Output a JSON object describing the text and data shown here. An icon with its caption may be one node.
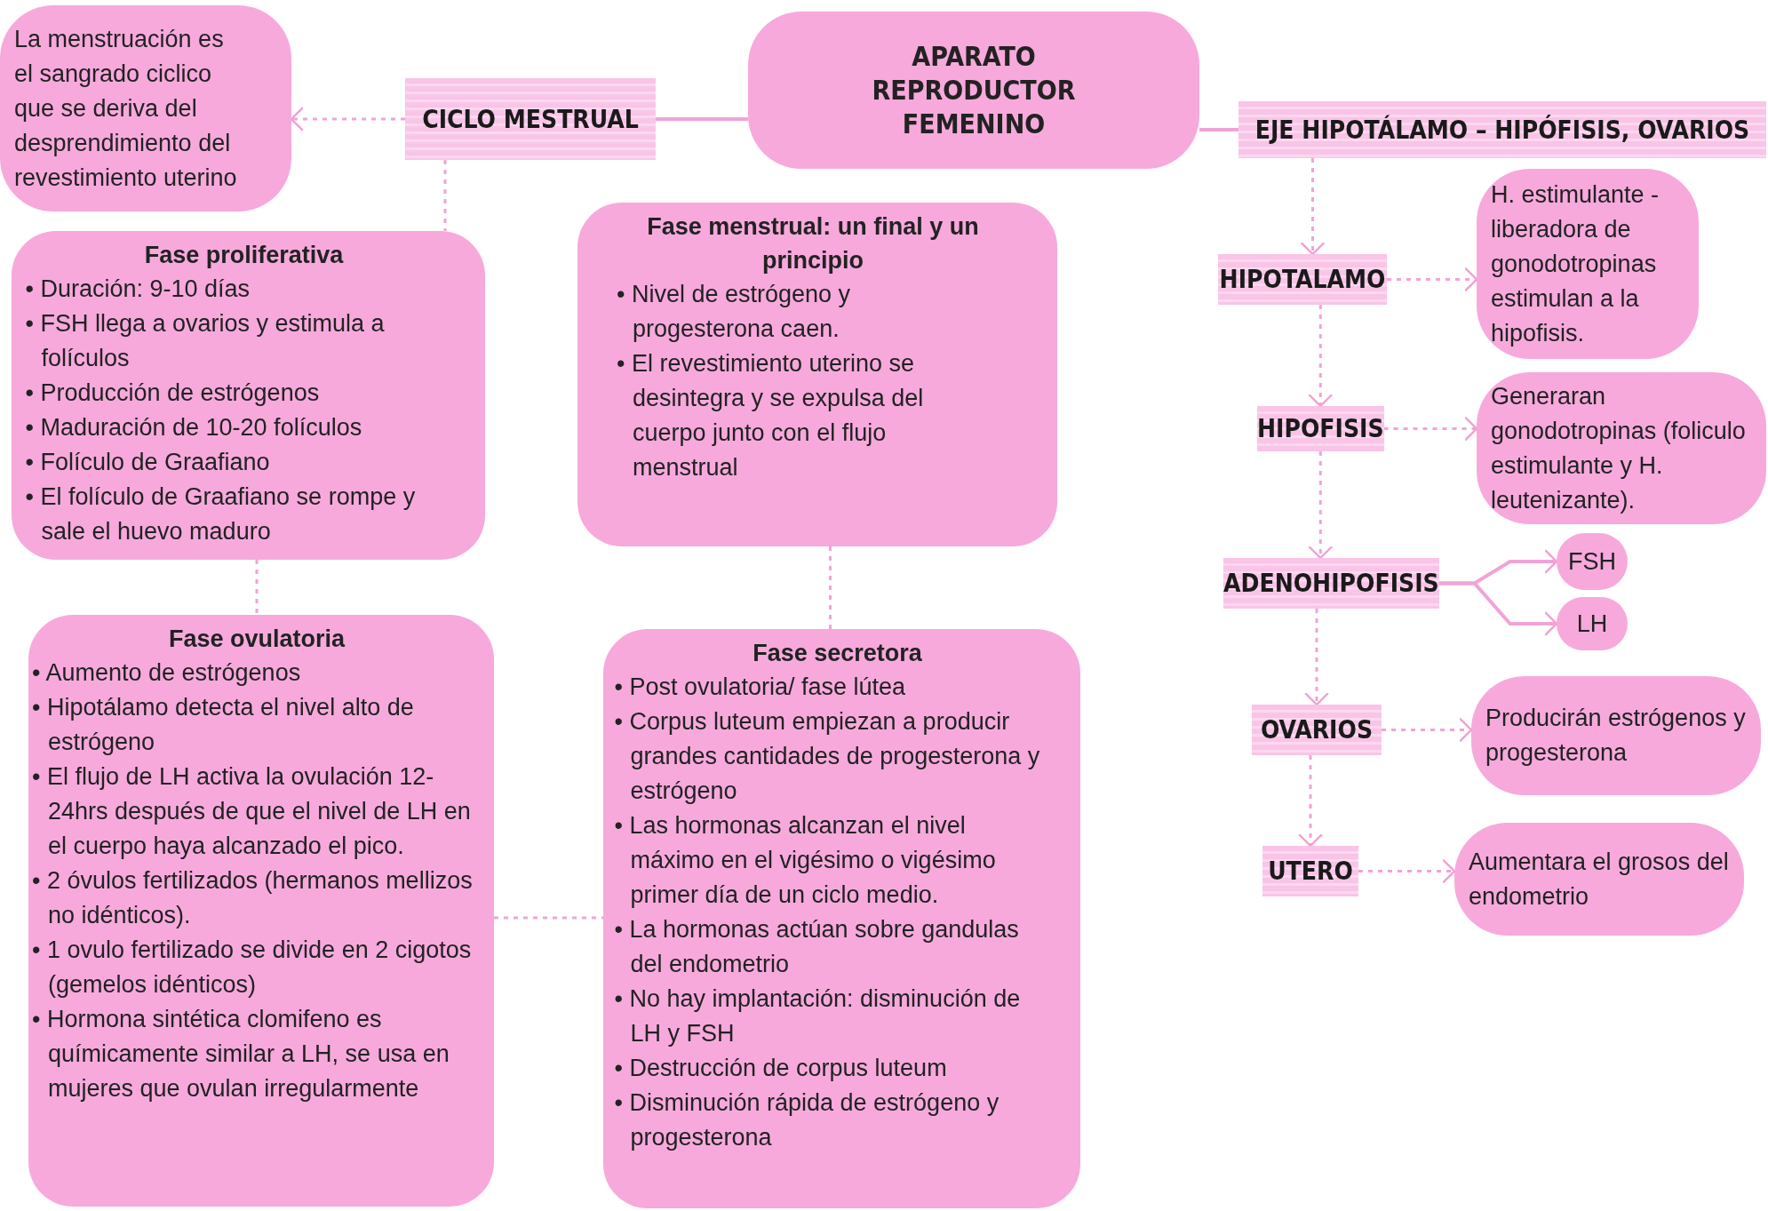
{
  "diagram": {
    "nodes": [
      {
        "text": [
          "APARATO REPRODUCTOR FEMENINO"
        ]
      },
      {
        "text": [
          "CICLO MESTRUAL"
        ]
      },
      {
        "text": [
          "La menstruación es el sangrado ciclico que se deriva del desprendimiento del revestimiento uterino"
        ]
      },
      {
        "text": [
          "Fase proliferativa",
          "• Duración: 9-10 días",
          "• FSH llega a ovarios y estimula a folículos",
          "• Producción de estrógenos",
          "• Maduración de 10-20 folículos",
          "• Folículo de Graafiano",
          "• El folículo de Graafiano se rompe y sale el huevo maduro"
        ]
      },
      {
        "text": [
          "Fase ovulatoria",
          "• Aumento de estrógenos",
          "• Hipotálamo detecta el nivel alto de estrógeno",
          "• El flujo de LH activa la ovulación 12- 24hrs después de que el nivel de LH en el cuerpo haya alcanzado el pico.",
          "• 2 óvulos fertilizados (hermanos mellizos no idénticos).",
          "• 1 ovulo fertilizado se divide en 2 cigotos (gemelos idénticos)",
          "• Hormona sintética clomifeno es químicamente similar a LH, se usa en mujeres que ovulan irregularmente"
        ]
      },
      {
        "text": [
          "Fase secretora",
          "• Post ovulatoria/ fase lútea",
          "• Corpus luteum empiezan a producir grandes cantidades de progesterona y estrógeno",
          "• Las hormonas alcanzan el nivel máximo en el vigésimo o vigésimo primer día de un ciclo medio.",
          "• La hormonas actúan sobre gandulas del endometrio",
          "• No hay implantación: disminución de LH y FSH",
          "• Destrucción de corpus luteum",
          "• Disminución rápida de estrógeno y progesterona"
        ]
      },
      {
        "text": [
          "Fase menstrual: un final y un principio",
          "• Nivel de estrógeno y progesterona caen.",
          "• El revestimiento uterino se desintegra y se expulsa del cuerpo junto con el flujo menstrual"
        ]
      },
      {
        "text": [
          "EJE HIPOTÁLAMO – HIPÓFISIS, OVARIOS"
        ]
      },
      {
        "text": [
          "HIPOTALAMO"
        ]
      },
      {
        "text": [
          "H. estimulante - liberadora de gonodotropinas estimulan a la hipofisis."
        ]
      },
      {
        "text": [
          "HIPOFISIS"
        ]
      },
      {
        "text": [
          "Generaran gonodotropinas (foliculo estimulante y H. leutenizante)."
        ]
      },
      {
        "text": [
          "ADENOHIPOFISIS"
        ]
      },
      {
        "text": [
          "FSH"
        ]
      },
      {
        "text": [
          "LH"
        ]
      },
      {
        "text": [
          "OVARIOS"
        ]
      },
      {
        "text": [
          "Producirán estrógenos y progesterona"
        ]
      },
      {
        "text": [
          "UTERO"
        ]
      },
      {
        "text": [
          "Aumentara el grosos del endometrio"
        ]
      }
    ],
    "edges": [
      {
        "from": 0,
        "to": 1,
        "arrow": "none"
      },
      {
        "from": 0,
        "to": 7,
        "arrow": "none"
      },
      {
        "from": 1,
        "to": 2,
        "arrow": "to",
        "style": "dashed"
      },
      {
        "from": 1,
        "to": 3,
        "arrow": "none",
        "style": "dashed"
      },
      {
        "from": 3,
        "to": 4,
        "arrow": "none",
        "style": "dashed"
      },
      {
        "from": 4,
        "to": 5,
        "arrow": "none",
        "style": "dashed"
      },
      {
        "from": 6,
        "to": 5,
        "arrow": "none",
        "style": "dashed"
      },
      {
        "from": 7,
        "to": 8,
        "arrow": "to",
        "style": "dashed"
      },
      {
        "from": 8,
        "to": 9,
        "arrow": "to",
        "style": "dashed"
      },
      {
        "from": 8,
        "to": 10,
        "arrow": "to",
        "style": "dashed"
      },
      {
        "from": 10,
        "to": 11,
        "arrow": "to",
        "style": "dashed"
      },
      {
        "from": 10,
        "to": 12,
        "arrow": "to",
        "style": "dashed"
      },
      {
        "from": 12,
        "to": 13,
        "arrow": "to"
      },
      {
        "from": 12,
        "to": 14,
        "arrow": "to"
      },
      {
        "from": 12,
        "to": 15,
        "arrow": "to",
        "style": "dashed"
      },
      {
        "from": 15,
        "to": 16,
        "arrow": "to",
        "style": "dashed"
      },
      {
        "from": 15,
        "to": 17,
        "arrow": "to",
        "style": "dashed"
      },
      {
        "from": 17,
        "to": 18,
        "arrow": "to",
        "style": "dashed"
      }
    ]
  }
}
